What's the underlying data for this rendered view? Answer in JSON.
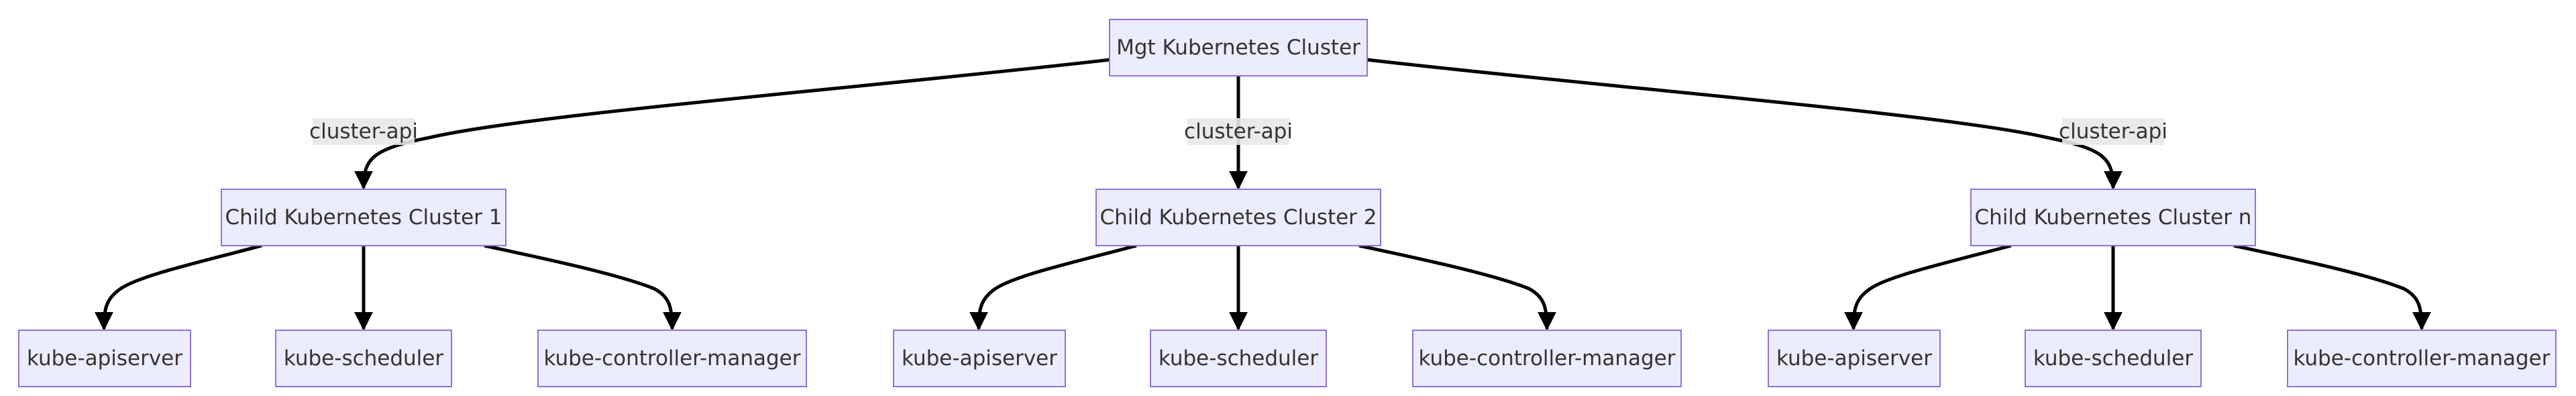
{
  "diagram": {
    "root": {
      "label": "Mgt Kubernetes Cluster"
    },
    "edge_label": "cluster-api",
    "children": [
      {
        "label": "Child Kubernetes Cluster 1",
        "components": [
          "kube-apiserver",
          "kube-scheduler",
          "kube-controller-manager"
        ]
      },
      {
        "label": "Child Kubernetes Cluster 2",
        "components": [
          "kube-apiserver",
          "kube-scheduler",
          "kube-controller-manager"
        ]
      },
      {
        "label": "Child Kubernetes Cluster n",
        "components": [
          "kube-apiserver",
          "kube-scheduler",
          "kube-controller-manager"
        ]
      }
    ],
    "colors": {
      "node_fill": "#ececff",
      "node_border": "#9370db",
      "edge": "#000000",
      "text": "#333333",
      "label_bg": "#e8e8e8"
    }
  }
}
